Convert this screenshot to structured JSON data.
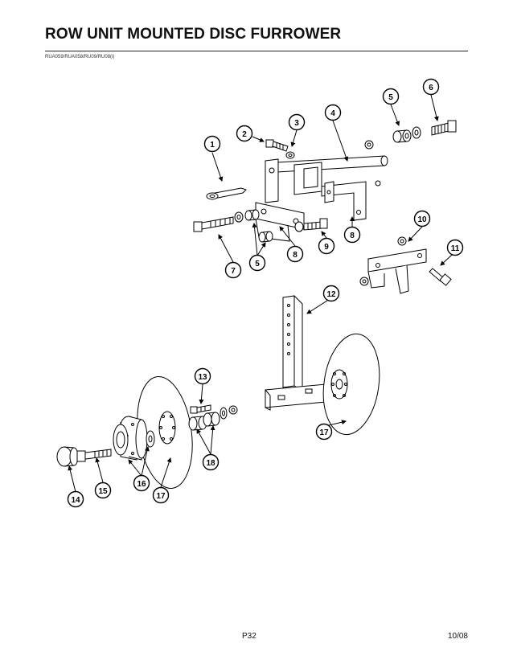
{
  "document": {
    "title": "ROW UNIT MOUNTED DISC FURROWER",
    "subtitle": "RUA059/RUA058/RU09/RU08(i)"
  },
  "callouts": [
    {
      "id": "callout-1",
      "label": "1"
    },
    {
      "id": "callout-2",
      "label": "2"
    },
    {
      "id": "callout-3",
      "label": "3"
    },
    {
      "id": "callout-4",
      "label": "4"
    },
    {
      "id": "callout-5a",
      "label": "5"
    },
    {
      "id": "callout-6",
      "label": "6"
    },
    {
      "id": "callout-7",
      "label": "7"
    },
    {
      "id": "callout-5b",
      "label": "5"
    },
    {
      "id": "callout-8a",
      "label": "8"
    },
    {
      "id": "callout-9",
      "label": "9"
    },
    {
      "id": "callout-8b",
      "label": "8"
    },
    {
      "id": "callout-10",
      "label": "10"
    },
    {
      "id": "callout-11",
      "label": "11"
    },
    {
      "id": "callout-12",
      "label": "12"
    },
    {
      "id": "callout-13",
      "label": "13"
    },
    {
      "id": "callout-17a",
      "label": "17"
    },
    {
      "id": "callout-18",
      "label": "18"
    },
    {
      "id": "callout-14",
      "label": "14"
    },
    {
      "id": "callout-15",
      "label": "15"
    },
    {
      "id": "callout-16",
      "label": "16"
    },
    {
      "id": "callout-17b",
      "label": "17"
    }
  ],
  "footer": {
    "page": "P32",
    "date": "10/08"
  }
}
